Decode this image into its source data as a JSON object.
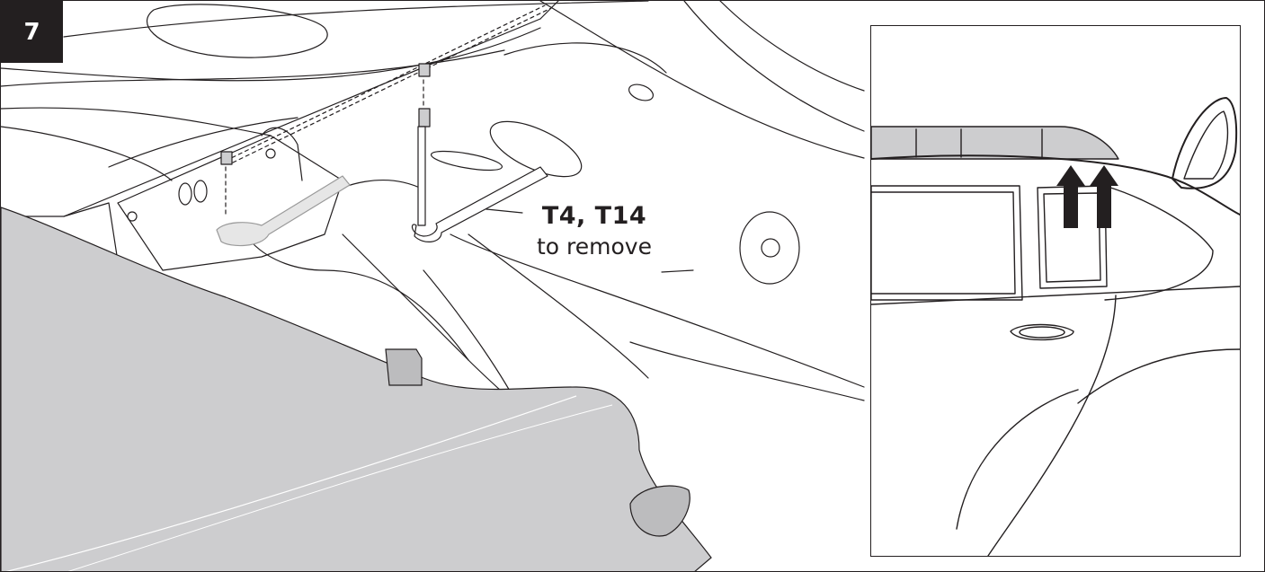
{
  "step": {
    "number": "7"
  },
  "callout": {
    "parts": "T4, T14",
    "action": "to remove"
  },
  "colors": {
    "line": "#231f20",
    "fill_gray": "#cdcdcf",
    "badge": "#231f20"
  },
  "icons": {
    "main": "underbody-assembly-illustration",
    "inset": "car-side-roof-detail-illustration",
    "tool": "ratchet-wrench-icon",
    "arrows": "arrow-up-icon"
  }
}
